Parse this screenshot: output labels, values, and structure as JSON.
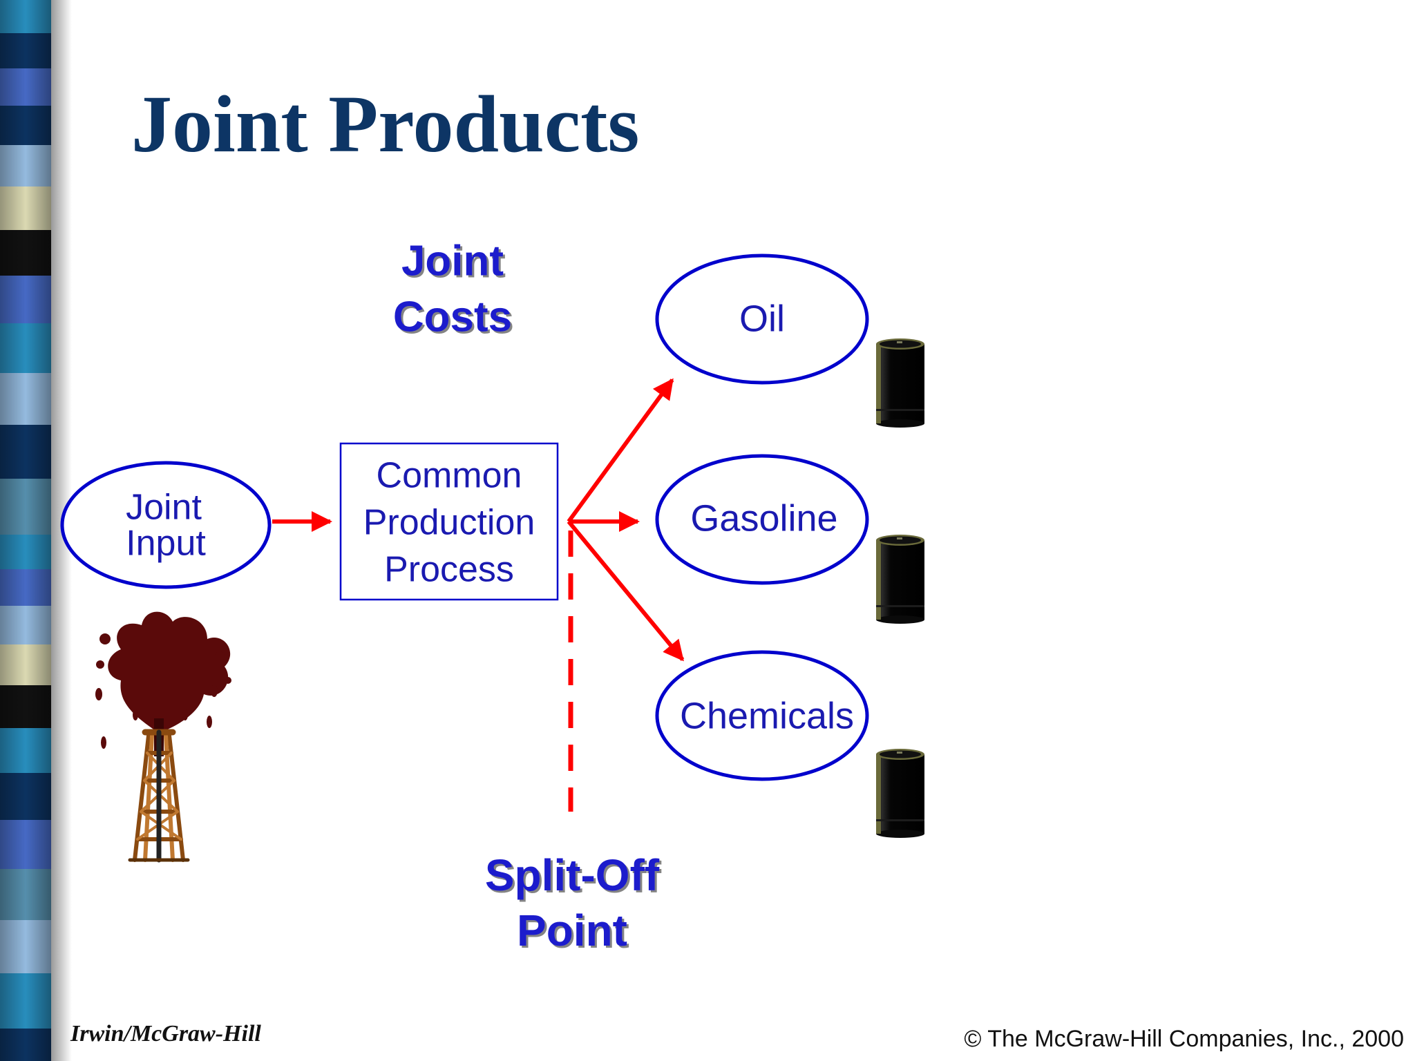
{
  "slide": {
    "title": "Joint Products",
    "footer_left": "Irwin/McGraw-Hill",
    "footer_right": "© The McGraw-Hill Companies, Inc., 2000"
  },
  "diagram": {
    "joint_input": {
      "line1": "Joint",
      "line2": "Input"
    },
    "process": {
      "line1": "Common",
      "line2": "Production",
      "line3": "Process"
    },
    "joint_costs": {
      "line1": "Joint",
      "line2": "Costs"
    },
    "split_off": {
      "line1": "Split-Off",
      "line2": "Point"
    },
    "products": [
      "Oil",
      "Gasoline",
      "Chemicals"
    ]
  },
  "colors": {
    "title": "#0d3565",
    "shape_outline": "#0000cc",
    "label_text": "#1a1ab0",
    "emphasis_text": "#1a1acc",
    "arrow": "#ff0000",
    "stripe_palette": [
      "#2a95c7",
      "#0d3565",
      "#4a6fcf",
      "#9cc4ea",
      "#e6e4bb",
      "#121212",
      "#5a96b5"
    ]
  },
  "icons": [
    "oil-gusher-icon",
    "oil-derrick-icon",
    "oil-barrel-icon"
  ]
}
